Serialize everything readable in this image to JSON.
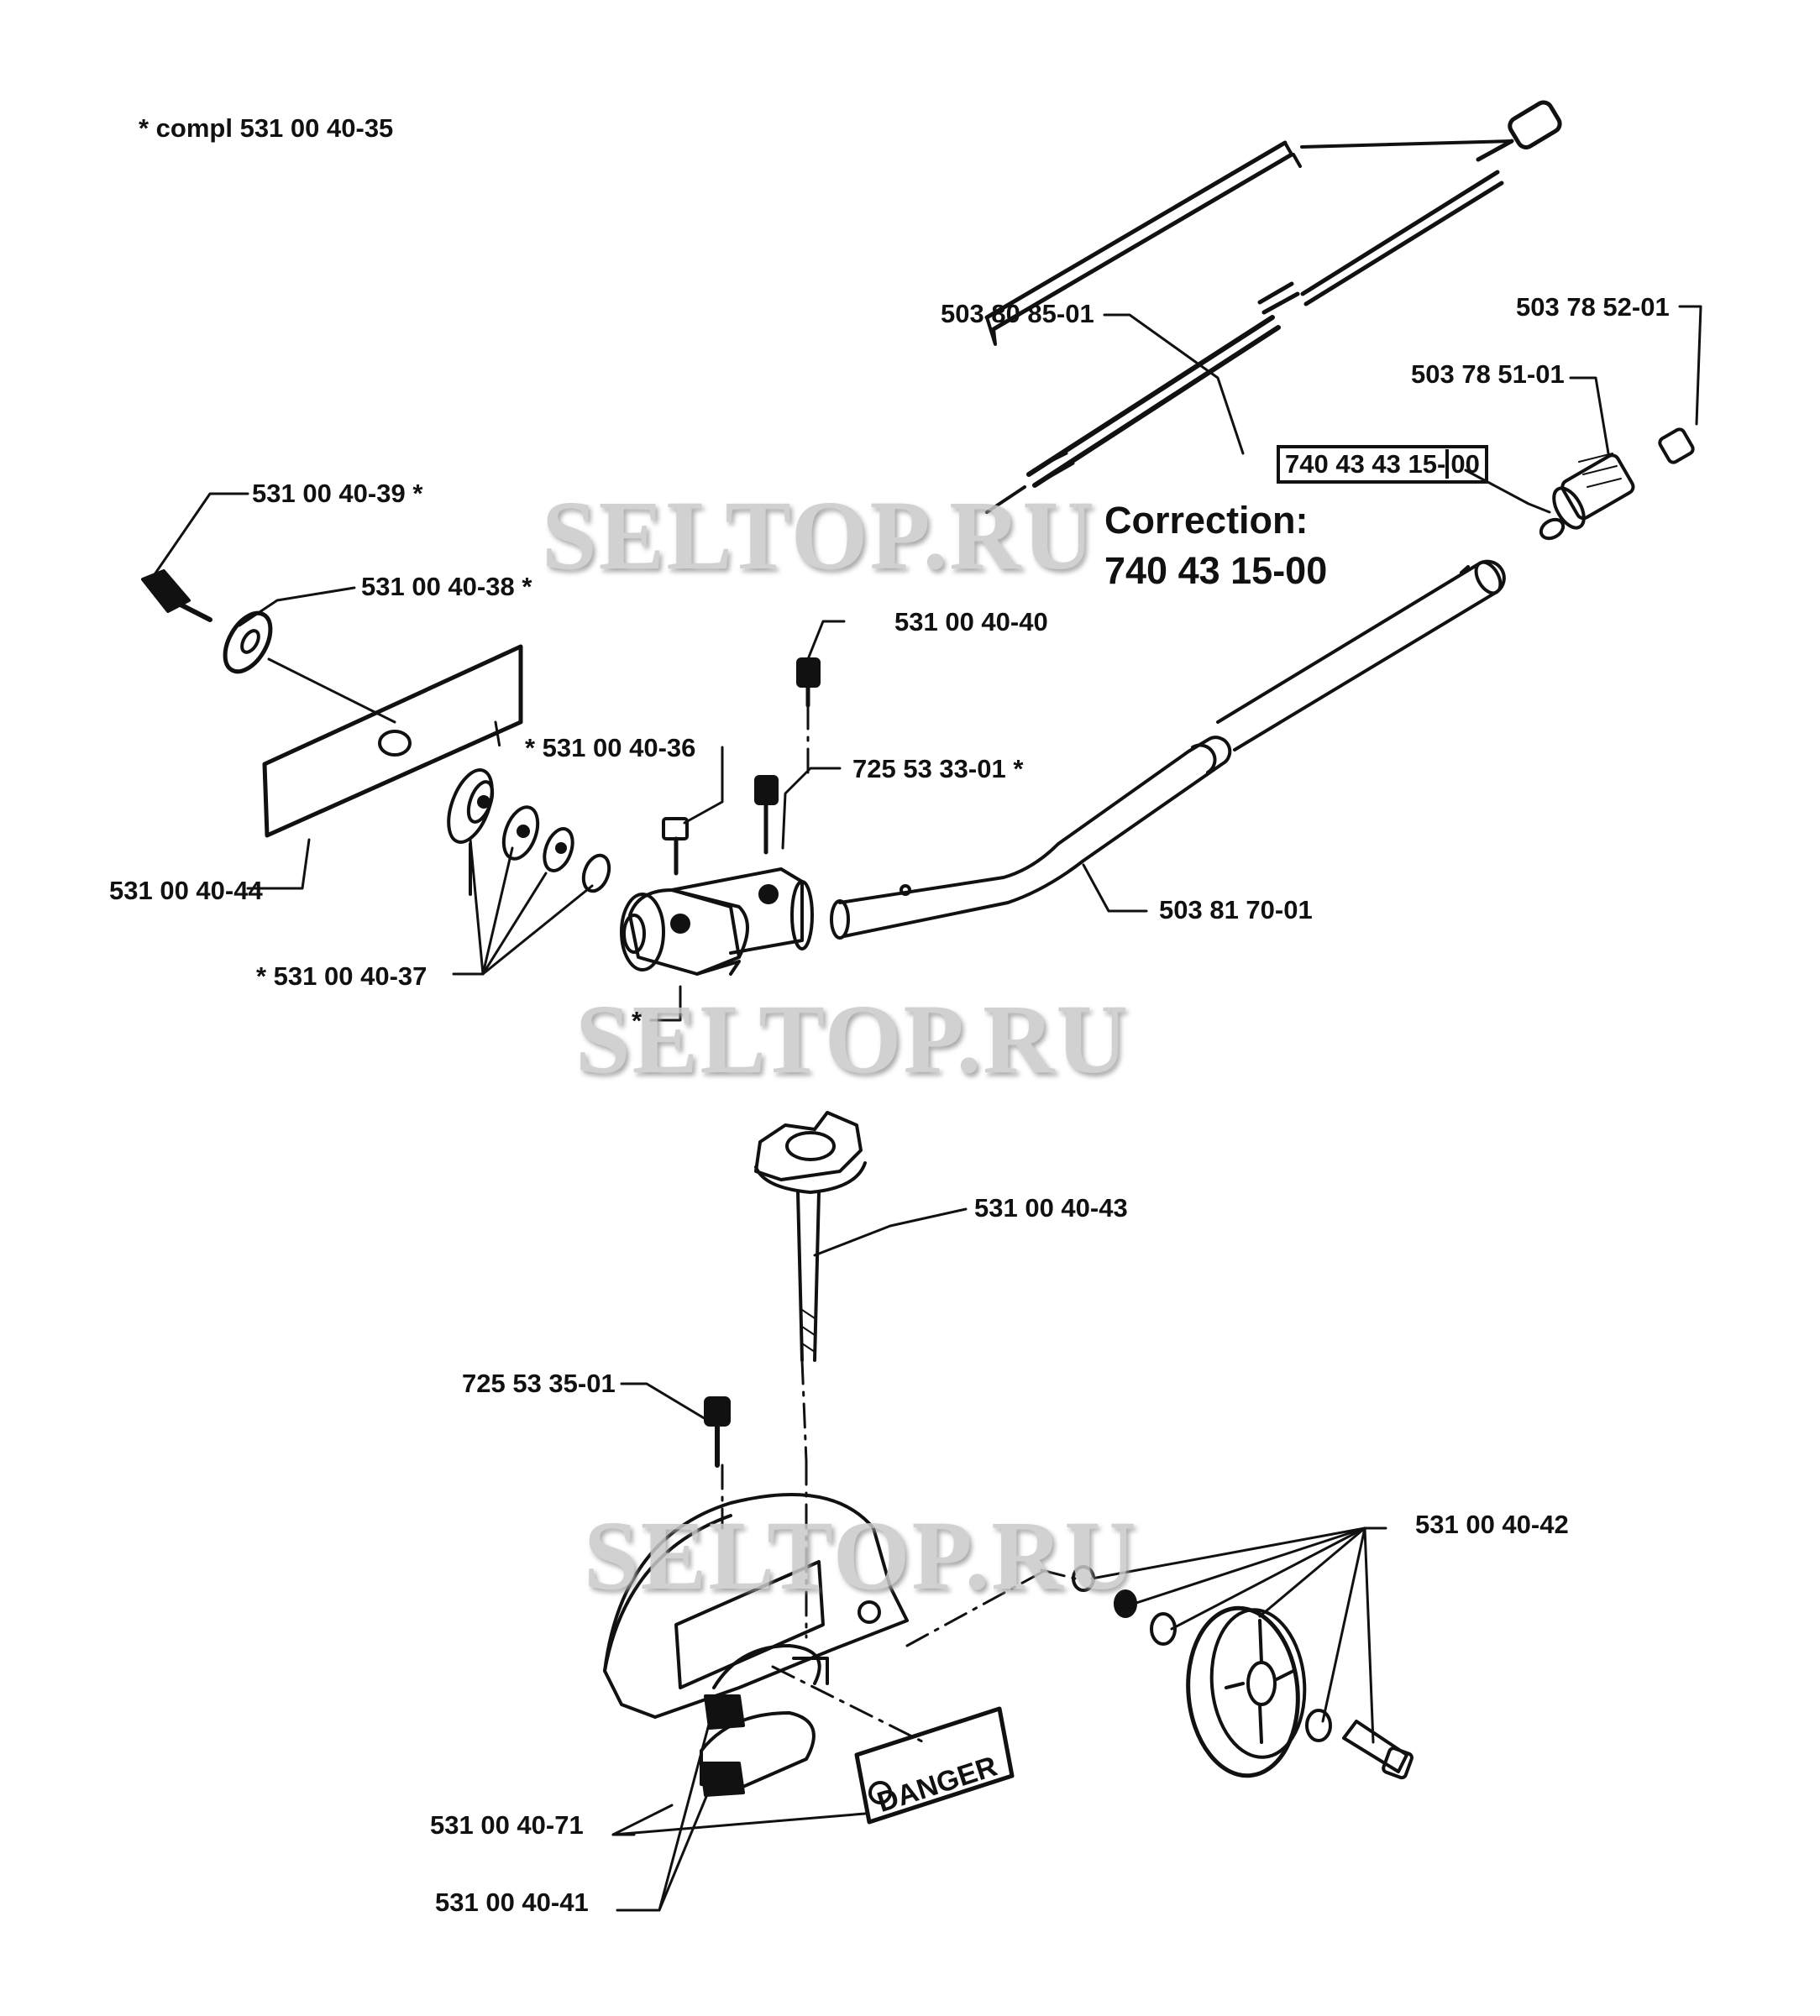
{
  "header_note": "* compl 531 00 40-35",
  "correction": {
    "title": "Correction:",
    "value": "740 43 15-00",
    "boxed_original_prefix": "740 43 43 15-",
    "boxed_original_suffix": "00"
  },
  "watermarks": [
    "SELTOP.RU",
    "SELTOP.RU",
    "SELTOP.RU"
  ],
  "danger_label": "DANGER",
  "parts": {
    "p503_80_85_01": "503 80 85-01",
    "p503_78_52_01": "503 78 52-01",
    "p503_78_51_01": "503 78 51-01",
    "p531_00_40_39": "531 00 40-39  *",
    "p531_00_40_38": "531 00 40-38  *",
    "p531_00_40_40": "531 00 40-40",
    "p531_00_40_36": "*  531 00 40-36",
    "p725_53_33_01": "725 53 33-01  *",
    "p531_00_40_44": "531 00 40-44",
    "p503_81_70_01": "503 81 70-01",
    "p531_00_40_37": "*  531 00 40-37",
    "p_star": "*",
    "p531_00_40_43": "531 00 40-43",
    "p725_53_35_01": "725 53 35-01",
    "p531_00_40_42": "531 00 40-42",
    "p531_00_40_71": "531 00 40-71",
    "p531_00_40_41": "531 00 40-41"
  }
}
